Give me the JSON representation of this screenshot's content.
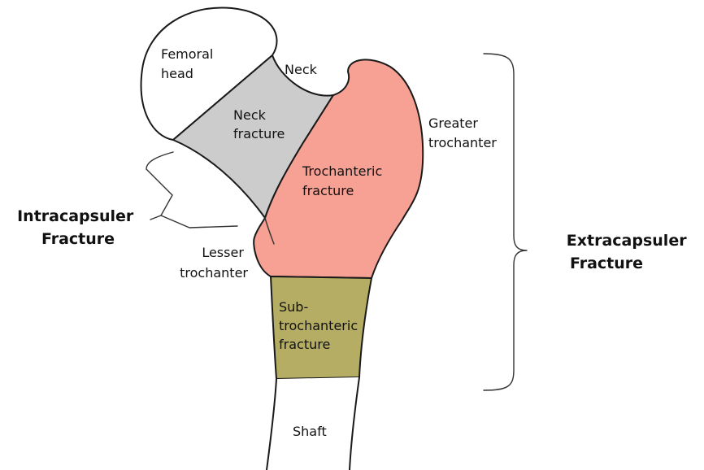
{
  "colors": {
    "neck_fracture": "#cccccc",
    "trochanteric_fracture": "#f7a195",
    "subtrochanteric_fracture": "#b5ad63",
    "bone": "#ffffff",
    "outline": "#1a1a1a"
  },
  "labels": {
    "femoral_head": [
      "Femoral",
      "head"
    ],
    "neck": "Neck",
    "neck_fracture": [
      "Neck",
      "fracture"
    ],
    "greater_trochanter": [
      "Greater",
      "trochanter"
    ],
    "trochanteric_fracture": [
      "Trochanteric",
      "fracture"
    ],
    "lesser_trochanter": [
      "Lesser",
      "trochanter"
    ],
    "subtrochanteric_fracture": [
      "Sub-",
      "trochanteric",
      "fracture"
    ],
    "shaft": "Shaft"
  },
  "groups": {
    "intracapsular": [
      "Intracapsuler",
      "Fracture"
    ],
    "extracapsular": [
      "Extracapsuler",
      "Fracture"
    ]
  }
}
